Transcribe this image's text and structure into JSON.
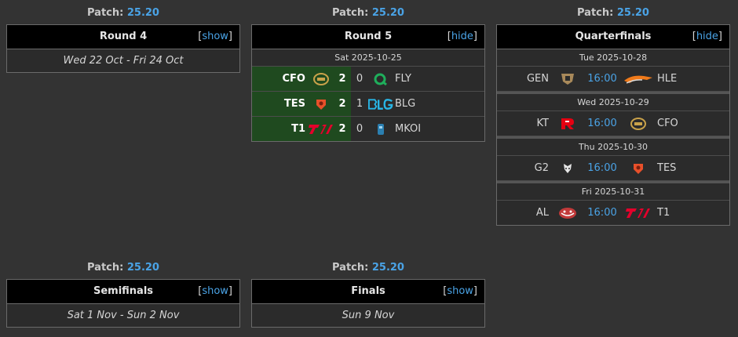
{
  "patch_label": "Patch:",
  "patch_version": "25.20",
  "round4": {
    "title": "Round 4",
    "toggle": "show",
    "dates": "Wed 22 Oct - Fri 24 Oct"
  },
  "round5": {
    "title": "Round 5",
    "toggle": "hide",
    "day": "Sat 2025-10-25",
    "matches": [
      {
        "team1": "CFO",
        "score1": "2",
        "score2": "0",
        "team2": "FLY"
      },
      {
        "team1": "TES",
        "score1": "2",
        "score2": "1",
        "team2": "BLG"
      },
      {
        "team1": "T1",
        "score1": "2",
        "score2": "0",
        "team2": "MKOI"
      }
    ]
  },
  "quarterfinals": {
    "title": "Quarterfinals",
    "toggle": "hide",
    "days": [
      {
        "date": "Tue 2025-10-28",
        "team1": "GEN",
        "time": "16:00",
        "team2": "HLE"
      },
      {
        "date": "Wed 2025-10-29",
        "team1": "KT",
        "time": "16:00",
        "team2": "CFO"
      },
      {
        "date": "Thu 2025-10-30",
        "team1": "G2",
        "time": "16:00",
        "team2": "TES"
      },
      {
        "date": "Fri 2025-10-31",
        "team1": "AL",
        "time": "16:00",
        "team2": "T1"
      }
    ]
  },
  "semifinals": {
    "title": "Semifinals",
    "toggle": "show",
    "dates": "Sat 1 Nov - Sun 2 Nov"
  },
  "finals": {
    "title": "Finals",
    "toggle": "show",
    "dates": "Sun 9 Nov"
  },
  "colors": {
    "link": "#4aa3e6",
    "winner_bg": "#1f4a1f",
    "header_bg": "#000000"
  }
}
